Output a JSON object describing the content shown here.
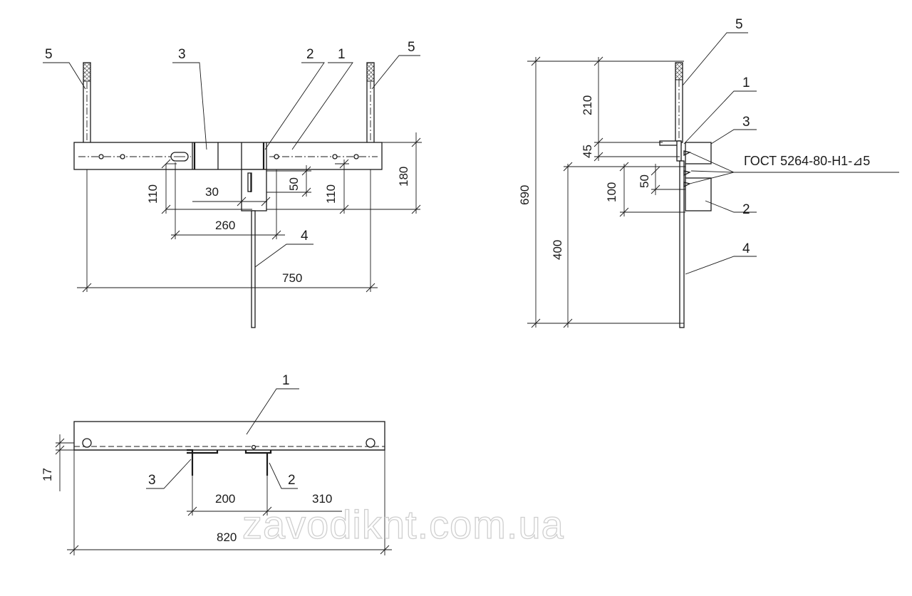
{
  "front_view": {
    "part_labels": {
      "p5_left": "5",
      "p3": "3",
      "p2": "2",
      "p1": "1",
      "p5_right": "5",
      "p4": "4"
    },
    "dims": {
      "d110_left": "110",
      "d30": "30",
      "d50": "50",
      "d110_right": "110",
      "d180": "180",
      "d260": "260",
      "d750": "750"
    }
  },
  "side_view": {
    "part_labels": {
      "p5": "5",
      "p1": "1",
      "p3": "3",
      "p2": "2",
      "p4": "4"
    },
    "dims": {
      "d690": "690",
      "d210": "210",
      "d45": "45",
      "d100": "100",
      "d50": "50",
      "d400": "400"
    },
    "weld_note": "ГОСТ 5264-80-Н1-⊿5"
  },
  "top_view": {
    "part_labels": {
      "p1": "1",
      "p3": "3",
      "p2": "2"
    },
    "dims": {
      "d17": "17",
      "d200": "200",
      "d310": "310",
      "d820": "820"
    }
  },
  "watermark": "zavodiknt.com.ua"
}
